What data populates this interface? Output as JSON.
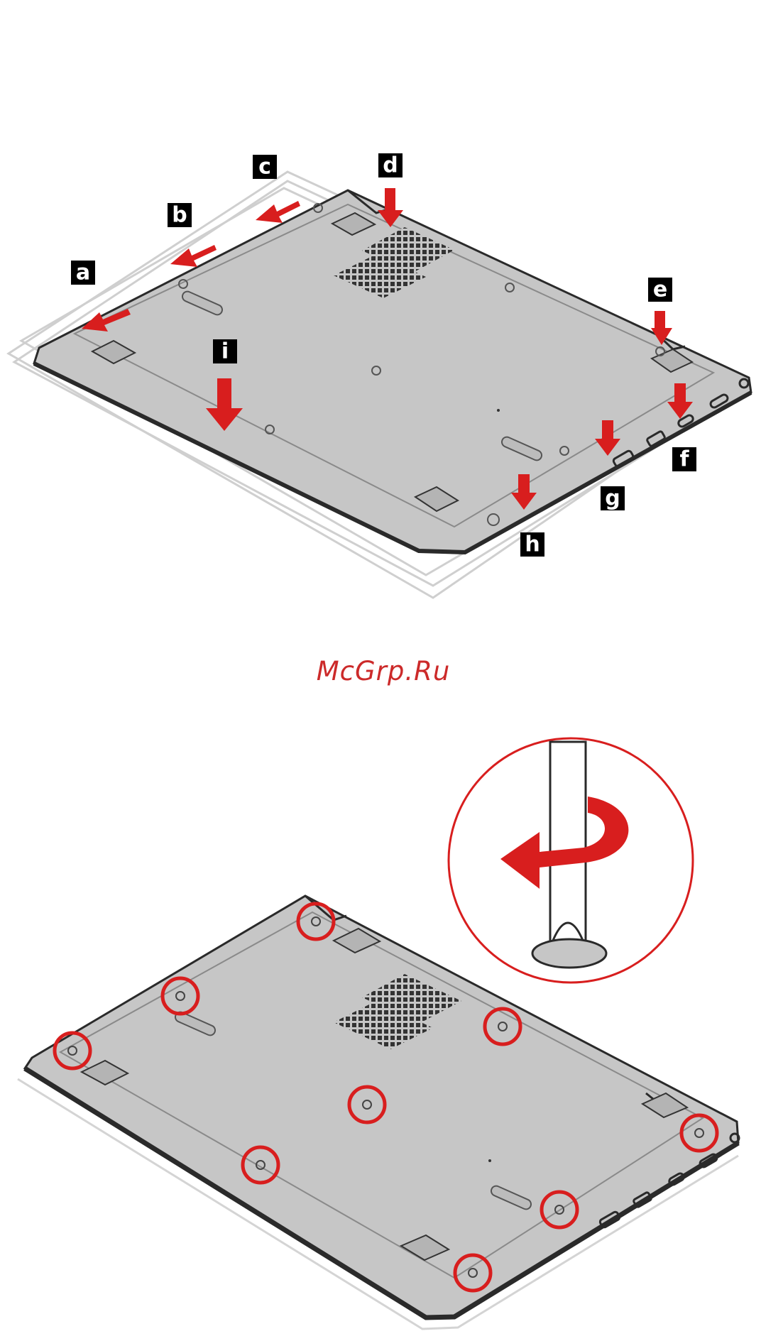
{
  "diagram": {
    "callouts": [
      "a",
      "b",
      "c",
      "d",
      "e",
      "f",
      "g",
      "h",
      "i"
    ],
    "watermark": "McGrp.Ru",
    "colors": {
      "arrow": "#d81e1e",
      "highlight": "#d81e1e",
      "panel": "#c6c6c6",
      "outline": "#2a2a2a",
      "callout_bg": "#000000",
      "callout_text": "#ffffff",
      "watermark": "#cc2a2a"
    }
  }
}
